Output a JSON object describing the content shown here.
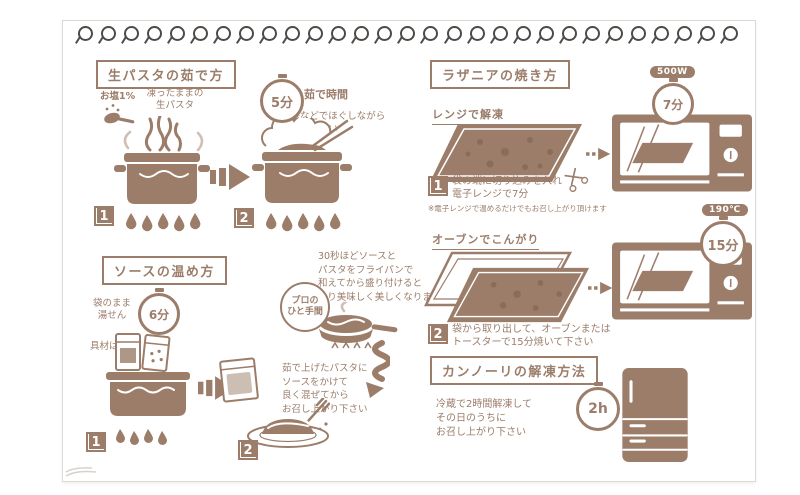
{
  "colors": {
    "accent": "#9b7d6a",
    "ring": "#4e4a47",
    "page_bg": "#ffffff"
  },
  "decor": {
    "ring_count": 29
  },
  "icons": {
    "stopwatch": "circle-dial-timer",
    "scissors": "crossed-blades",
    "arrow-right": "solid-triangle-with-bars",
    "dashed-arrow": "dots-and-triangle",
    "flame": "teardrop-row",
    "squiggle-arrow": "zigzag-down",
    "salt-spoon": "spoon-with-grains",
    "pot": "cooking-pot",
    "frying-pan": "pan-with-pasta",
    "plate": "plate-with-pasta-and-fork",
    "microwave": "microwave-oven-box",
    "oven": "oven-box",
    "fridge": "refrigerator",
    "tray": "lasagna-tray"
  },
  "boil": {
    "title": "生パスタの茹で方",
    "salt_label": "お塩1%",
    "frozen_label": "凍ったままの\n生パスタ",
    "timer_value": "5分",
    "timer_caption": "茹で時間",
    "note": "菜箸などでほぐしながら\n茹でて下さい",
    "step1": "1",
    "step2": "2"
  },
  "sauce": {
    "title": "ソースの温め方",
    "bag_label": "袋のまま\n湯せん",
    "timer_value": "6分",
    "ingredients_label": "具材は3分",
    "pro_badge": "プロの\nひと手間",
    "pro_note": "30秒ほどソースと\nパスタをフライパンで\n和えてから盛り付けると\nより美味しく美しくなります",
    "serve_note": "茹で上げたパスタに\nソースをかけて\n良く混ぜてから\nお召し上がり下さい",
    "step1": "1",
    "step2": "2"
  },
  "lasagna": {
    "title": "ラザニアの焼き方",
    "microwave_power": "500W",
    "microwave_timer": "7分",
    "microwave_heading": "レンジで解凍",
    "step1": "1",
    "step1_text": "袋の端に切り込みを入れ\n電子レンジで7分",
    "fine_print": "※電子レンジで温めるだけでもお召し上がり頂けます",
    "oven_temp": "190℃",
    "oven_timer": "15分",
    "oven_heading": "オーブンでこんがり",
    "step2": "2",
    "step2_text": "袋から取り出して、オーブンまたは\nトースターで15分焼いて下さい"
  },
  "cannoli": {
    "title": "カンノーリの解凍方法",
    "timer_value": "2h",
    "note": "冷蔵で2時間解凍して\nその日のうちに\nお召し上がり下さい"
  }
}
